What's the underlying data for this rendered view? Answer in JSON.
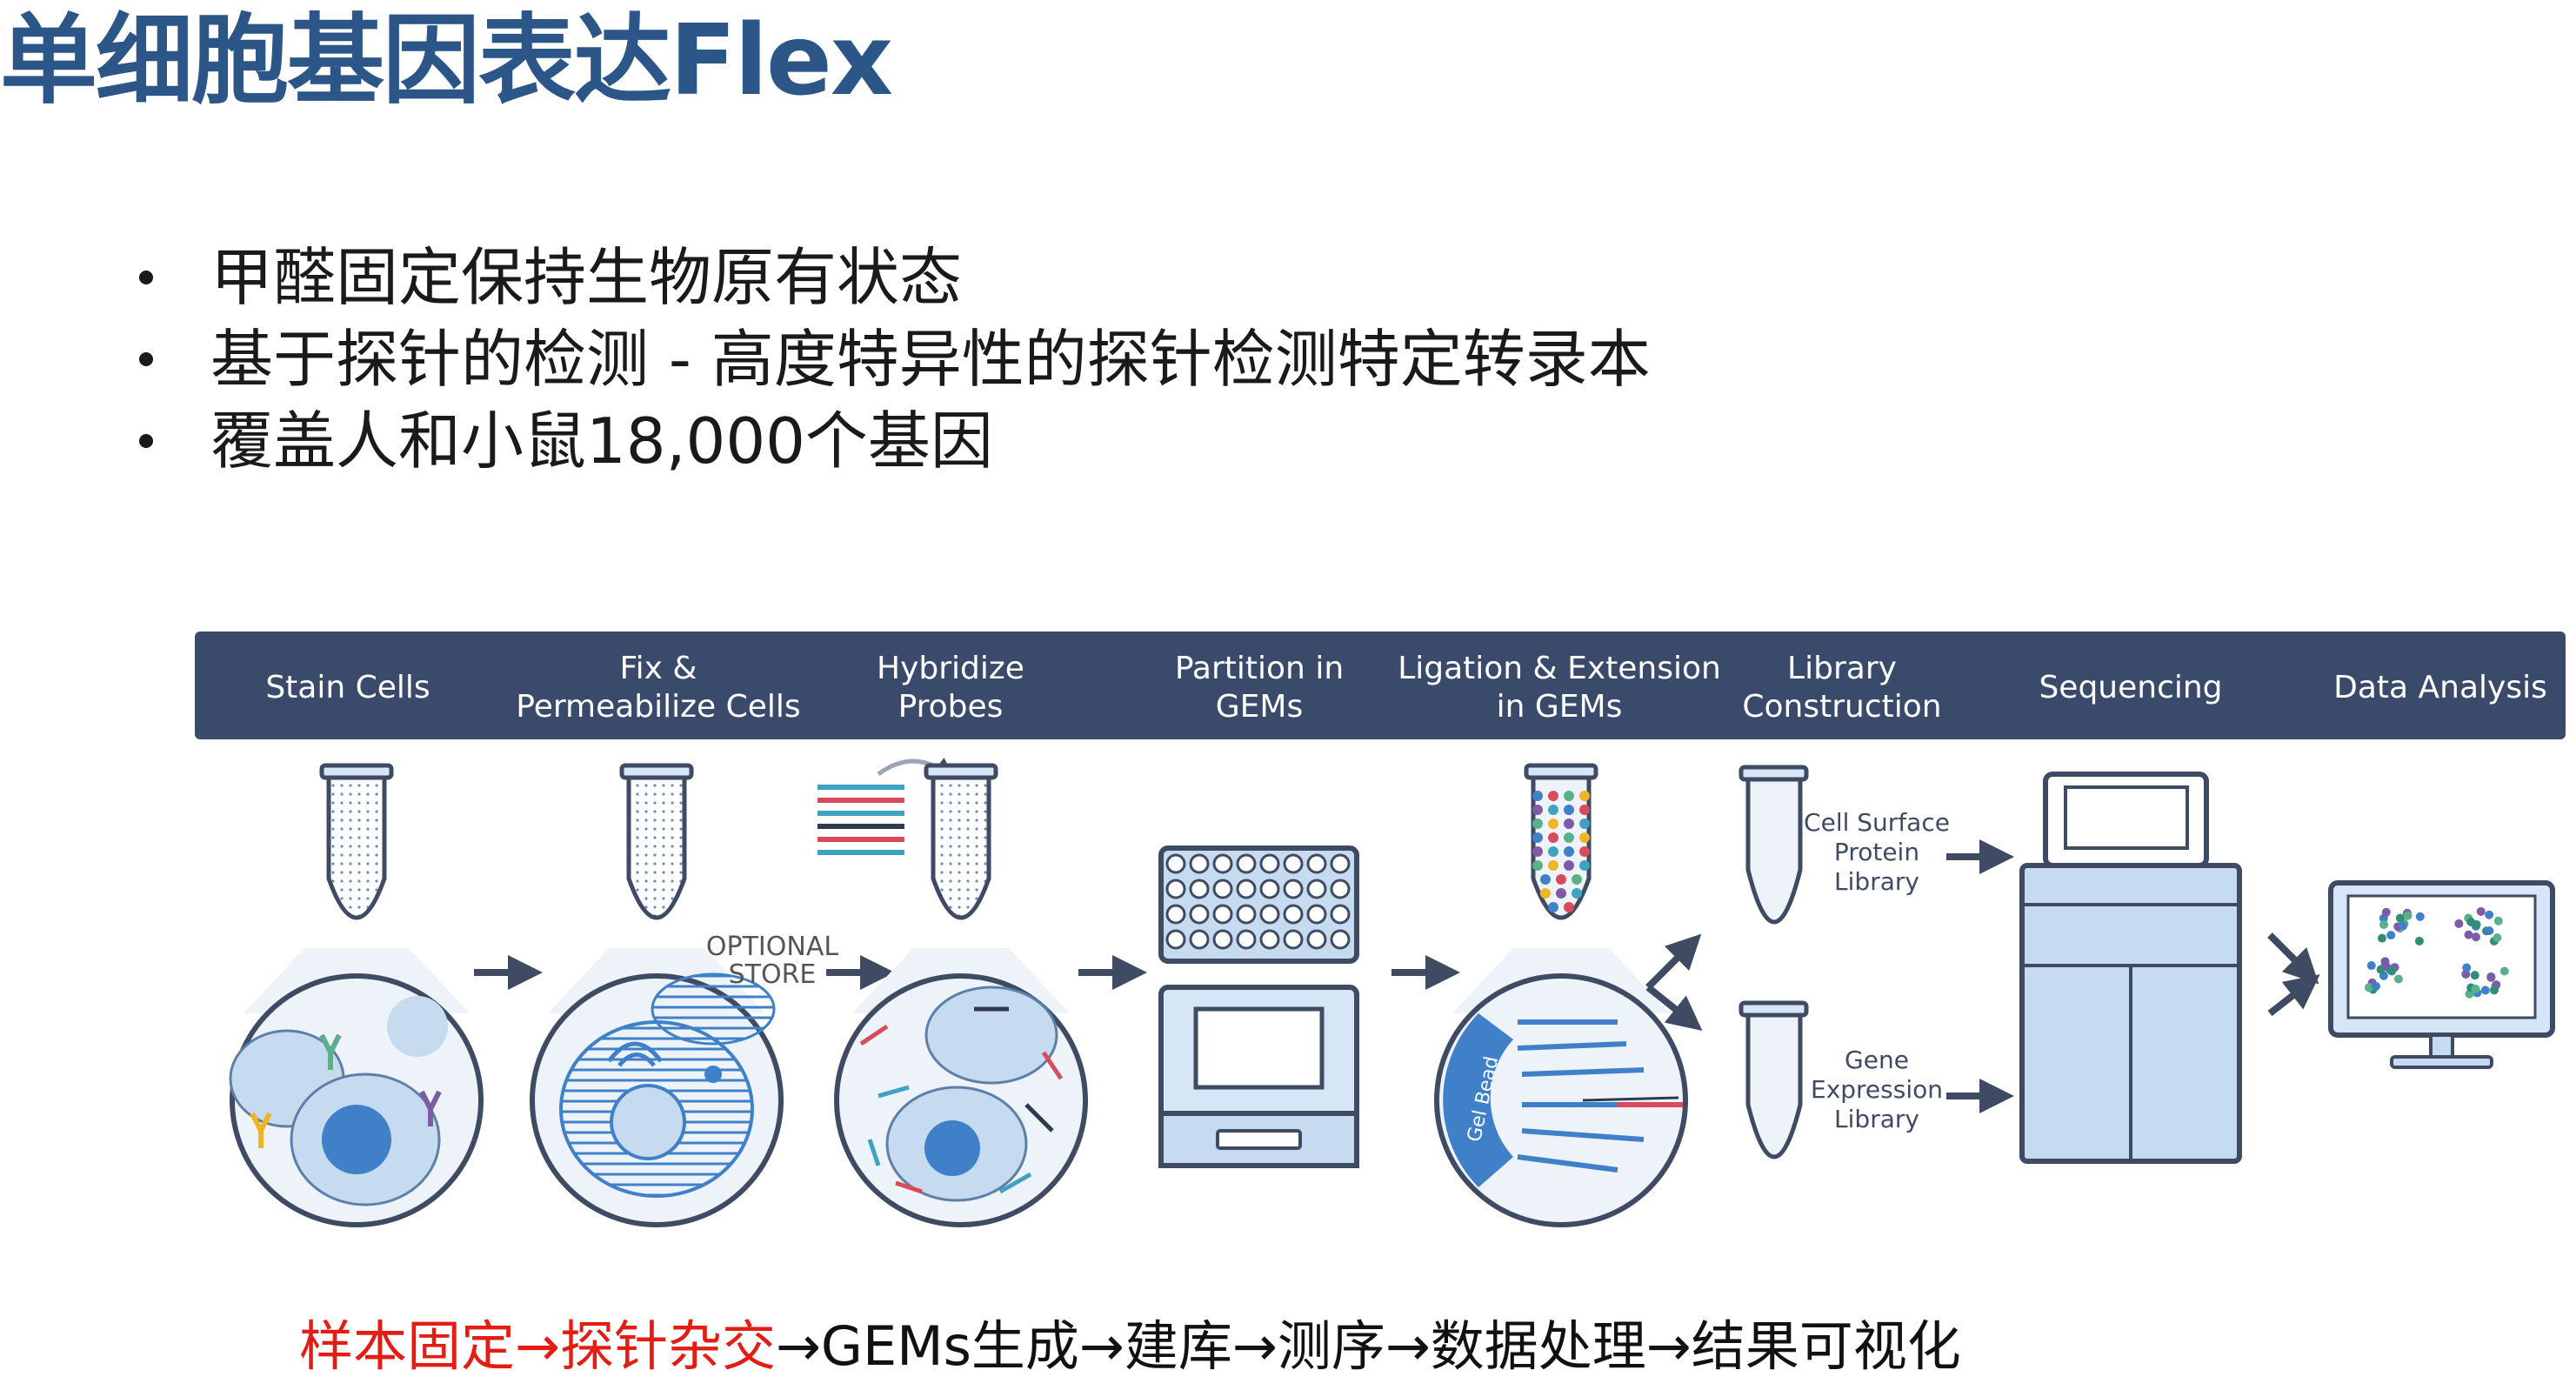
{
  "title": "单细胞基因表达Flex",
  "bullets": [
    "甲醛固定保持生物原有状态",
    "基于探针的检测 - 高度特异性的探针检测特定转录本",
    "覆盖人和小鼠18,000个基因"
  ],
  "workflow": {
    "steps": [
      {
        "label": [
          "Stain Cells"
        ],
        "icon": "cell-tube-circle-icon"
      },
      {
        "label": [
          "Fix &",
          "Permeabilize Cells"
        ],
        "icon": "fixed-cell-circle-icon"
      },
      {
        "label": [
          "Hybridize",
          "Probes"
        ],
        "icon": "probe-cell-circle-icon"
      },
      {
        "label": [
          "Partition in",
          "GEMs"
        ],
        "icon": "chromium-controller-icon"
      },
      {
        "label": [
          "Ligation & Extension",
          "in GEMs"
        ],
        "icon": "gel-bead-icon"
      },
      {
        "label": [
          "Library",
          "Construction"
        ],
        "icon": "library-tubes-icon"
      },
      {
        "label": [
          "Sequencing"
        ],
        "icon": "sequencer-icon"
      },
      {
        "label": [
          "Data Analysis"
        ],
        "icon": "monitor-scatter-icon"
      }
    ],
    "optional_store": [
      "OPTIONAL",
      "STORE"
    ],
    "gel_bead_label": "Gel Bead",
    "libraries": [
      [
        "Cell Surface",
        "Protein",
        "Library"
      ],
      [
        "Gene",
        "Expression",
        "Library"
      ]
    ],
    "colors": {
      "header_bar": "#3a4a6b",
      "header_text": "#ffffff",
      "icon_fill": "#d7e6f6",
      "icon_blue": "#3f80c8",
      "outline": "#3e4b63",
      "arrow": "#3e4b63"
    }
  },
  "bottom_line": {
    "highlighted": "样本固定→探针杂交",
    "rest": "→GEMs生成→建库→测序→数据处理→结果可视化",
    "highlight_color": "#e31c14"
  }
}
